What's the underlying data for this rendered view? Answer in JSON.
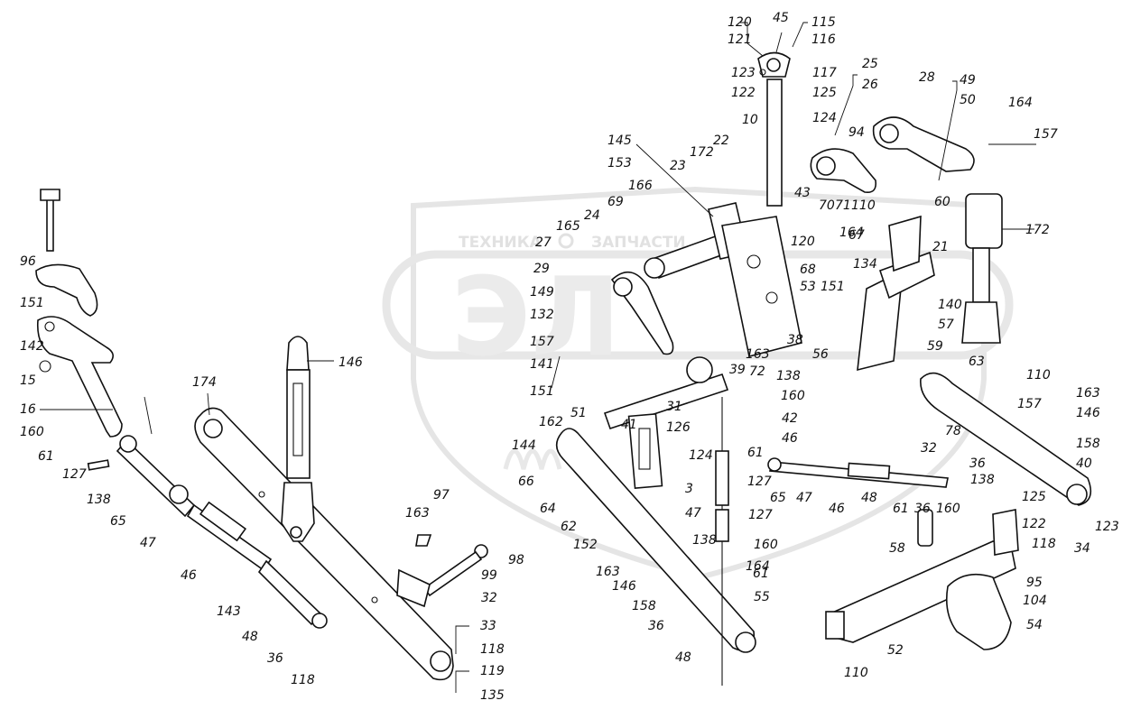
{
  "watermark": {
    "text_left": "ТЕХНИКА",
    "text_right": "ЗАПЧАСТИ",
    "logo": "ЭЛ"
  },
  "labels": [
    "120",
    "121",
    "45",
    "115",
    "116",
    "123",
    "117",
    "122",
    "125",
    "124",
    "10",
    "25",
    "26",
    "28",
    "49",
    "50",
    "164",
    "157",
    "145",
    "153",
    "172",
    "22",
    "23",
    "94",
    "166",
    "69",
    "43",
    "70",
    "71",
    "110",
    "60",
    "24",
    "165",
    "27",
    "120",
    "67",
    "164",
    "134",
    "29",
    "21",
    "172",
    "149",
    "132",
    "68",
    "53",
    "151",
    "140",
    "157",
    "57",
    "56",
    "141",
    "151",
    "163",
    "72",
    "138",
    "38",
    "39",
    "59",
    "63",
    "110",
    "160",
    "42",
    "163",
    "146",
    "158",
    "157",
    "78",
    "32",
    "40",
    "51",
    "41",
    "31",
    "126",
    "162",
    "144",
    "66",
    "64",
    "62",
    "124",
    "3",
    "47",
    "61",
    "46",
    "127",
    "65",
    "47",
    "46",
    "48",
    "61",
    "36",
    "138",
    "160",
    "36",
    "164",
    "125",
    "122",
    "118",
    "34",
    "123",
    "95",
    "96",
    "151",
    "142",
    "15",
    "16",
    "160",
    "61",
    "127",
    "138",
    "65",
    "47",
    "46",
    "143",
    "48",
    "36",
    "118",
    "174",
    "146",
    "163",
    "97",
    "99",
    "98",
    "32",
    "33",
    "118",
    "119",
    "135",
    "152",
    "163",
    "146",
    "158",
    "36",
    "48",
    "127",
    "138",
    "160",
    "61",
    "55",
    "58",
    "104",
    "54",
    "52",
    "110"
  ]
}
